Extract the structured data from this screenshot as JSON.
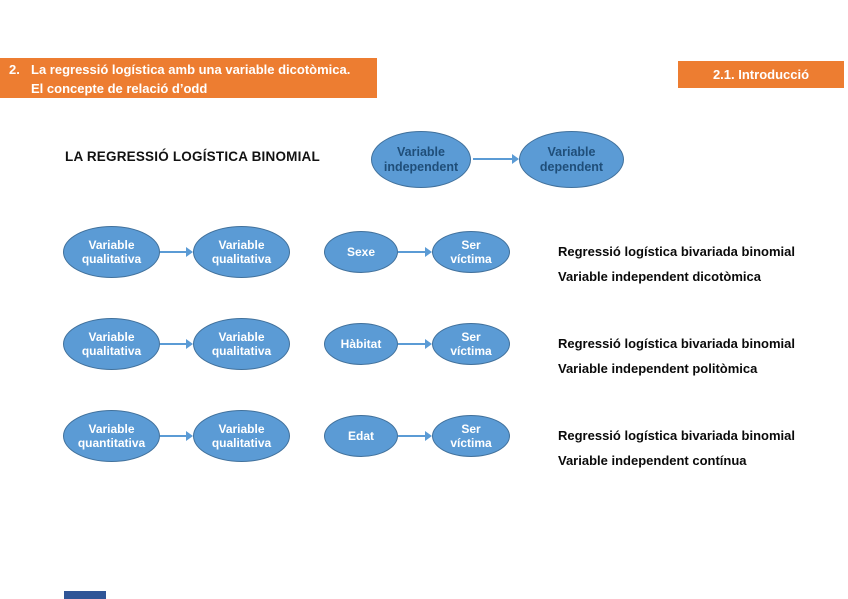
{
  "colors": {
    "accent_orange": "#ED7D31",
    "ellipse_fill": "#5B9BD5",
    "ellipse_border": "#41719C",
    "ellipse_text_dark": "#1F4E79",
    "arrow_blue": "#5B9BD5",
    "footer_bar_blue": "#2F5597"
  },
  "header": {
    "number": "2.",
    "line1": "La regressió logística amb una variable dicotòmica.",
    "line2": "El concepte de relació d’odd",
    "section": "2.1. Introducció"
  },
  "title": "LA REGRESSIÓ LOGÍSTICA BINOMIAL",
  "top_pair": {
    "from": "Variable independent",
    "to": "Variable dependent"
  },
  "rows": [
    {
      "from": "Variable qualitativa",
      "to": "Variable qualitativa",
      "example_from": "Sexe",
      "example_to": "Ser víctima",
      "caption1": "Regressió logística bivariada binomial",
      "caption2": "Variable independent dicotòmica"
    },
    {
      "from": "Variable qualitativa",
      "to": "Variable qualitativa",
      "example_from": "Hàbitat",
      "example_to": "Ser víctima",
      "caption1": "Regressió logística bivariada binomial",
      "caption2": "Variable independent politòmica"
    },
    {
      "from": "Variable quantitativa",
      "to": "Variable qualitativa",
      "example_from": "Edat",
      "example_to": "Ser víctima",
      "caption1": "Regressió logística bivariada binomial",
      "caption2": "Variable independent contínua"
    }
  ]
}
